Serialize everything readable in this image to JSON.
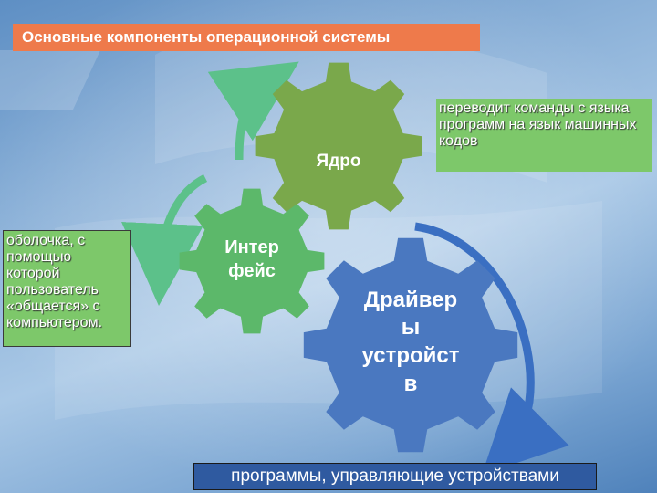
{
  "title": "Основные компоненты операционной системы",
  "gears": {
    "kernel": {
      "label": "Ядро",
      "color": "#7aa84b"
    },
    "interface": {
      "lines": [
        "Интер",
        "фейс"
      ],
      "color": "#5cb86a"
    },
    "drivers": {
      "lines": [
        "Драйвер",
        "ы",
        "устройст",
        "в"
      ],
      "color": "#4a78c0"
    }
  },
  "labels": {
    "shell": "оболочка, с помощью которой пользователь «общается» с компьютером.",
    "kernel_desc": "переводит команды с языка программ на язык машинных кодов",
    "drivers_desc": "программы, управляющие устройствами"
  },
  "colors": {
    "title_bg": "#ee7a4b",
    "label_green": "#7dc86a",
    "label_blue": "#2f5aa0",
    "arrow_green": "#5cc18a",
    "arrow_blue": "#3a6fc2"
  }
}
